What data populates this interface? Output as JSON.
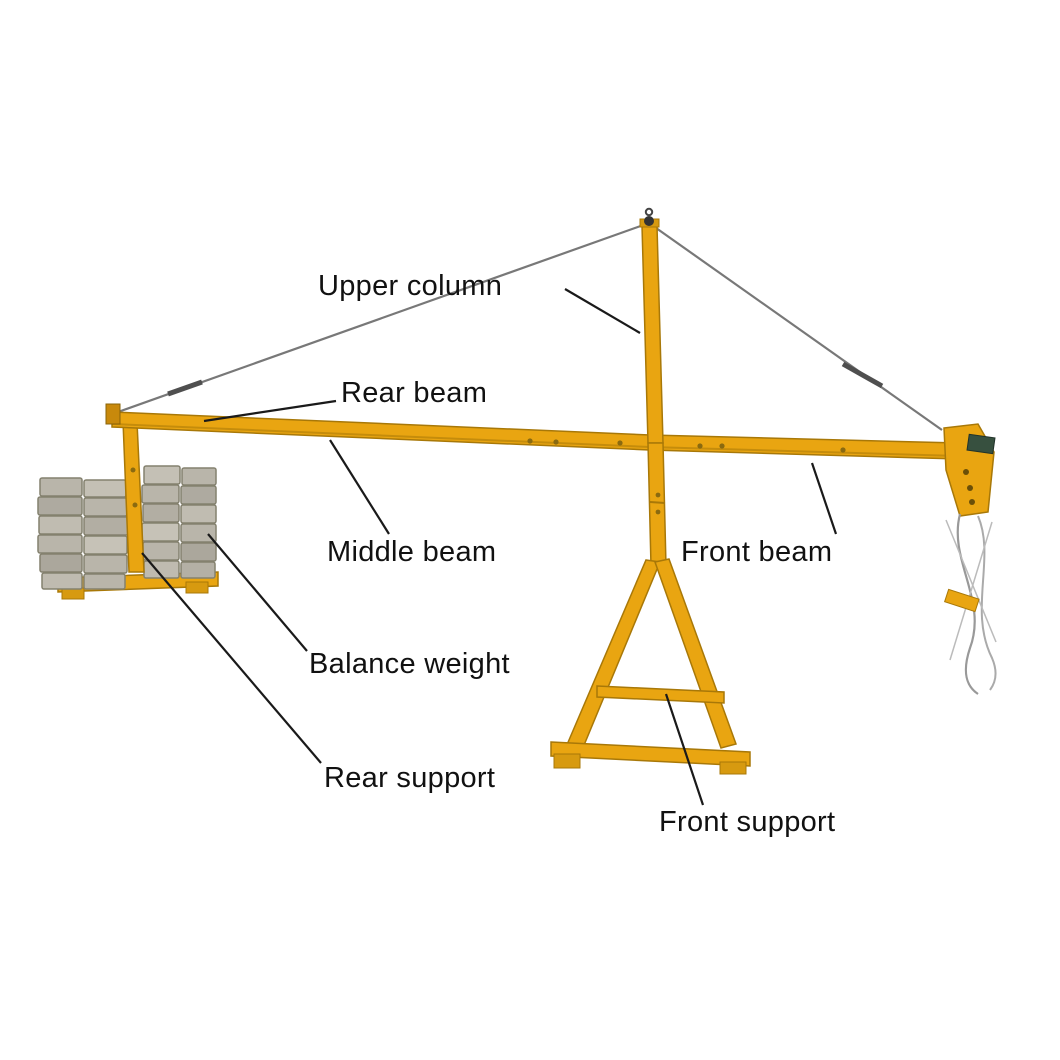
{
  "diagram": {
    "subject": "Suspended platform suspension mechanism (labeled parts diagram)",
    "labels": {
      "upper_column": "Upper column",
      "rear_beam": "Rear beam",
      "middle_beam": "Middle beam",
      "front_beam": "Front beam",
      "balance_weight": "Balance weight",
      "rear_support": "Rear support",
      "front_support": "Front support"
    },
    "colors": {
      "structure_yellow": "#E9A511",
      "structure_dark": "#a87808",
      "weight_grey": "#b9b5aa",
      "weight_edge": "#84816f",
      "cable_grey": "#787878",
      "leader_line": "#1a1a1a",
      "label_text": "#111111",
      "background": "#ffffff"
    }
  }
}
